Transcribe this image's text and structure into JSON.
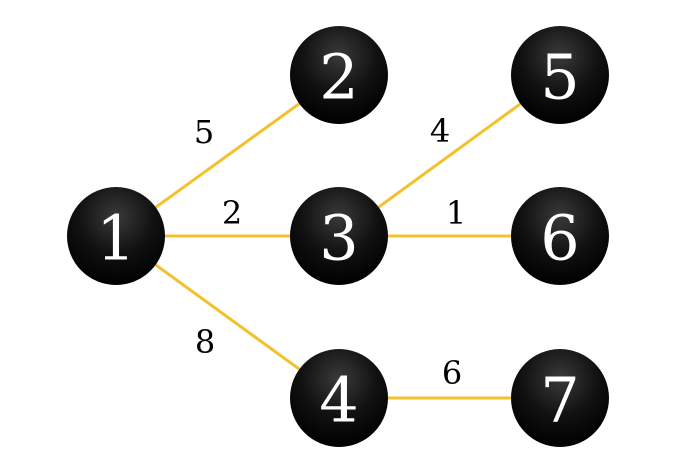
{
  "colors": {
    "edge": "#F2C12E",
    "node_fill": "#000000",
    "node_text": "#ffffff",
    "weight_text": "#000000",
    "background": "#ffffff"
  },
  "nodes": [
    {
      "id": "1",
      "label": "1"
    },
    {
      "id": "2",
      "label": "2"
    },
    {
      "id": "3",
      "label": "3"
    },
    {
      "id": "4",
      "label": "4"
    },
    {
      "id": "5",
      "label": "5"
    },
    {
      "id": "6",
      "label": "6"
    },
    {
      "id": "7",
      "label": "7"
    }
  ],
  "edges": [
    {
      "from": "1",
      "to": "2",
      "weight": "5"
    },
    {
      "from": "1",
      "to": "3",
      "weight": "2"
    },
    {
      "from": "1",
      "to": "4",
      "weight": "8"
    },
    {
      "from": "3",
      "to": "5",
      "weight": "4"
    },
    {
      "from": "3",
      "to": "6",
      "weight": "1"
    },
    {
      "from": "4",
      "to": "7",
      "weight": "6"
    }
  ]
}
